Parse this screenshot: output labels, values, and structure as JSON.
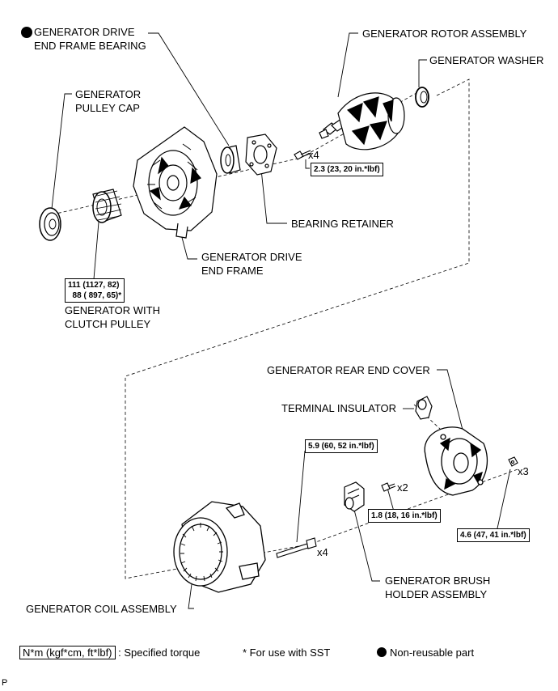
{
  "labels": {
    "drive_end_bearing": [
      "GENERATOR DRIVE",
      "END FRAME BEARING"
    ],
    "rotor_assembly": "GENERATOR ROTOR ASSEMBLY",
    "washer": "GENERATOR WASHER",
    "pulley_cap": [
      "GENERATOR",
      "PULLEY CAP"
    ],
    "bearing_retainer": "BEARING RETAINER",
    "drive_end_frame": [
      "GENERATOR DRIVE",
      "END FRAME"
    ],
    "clutch_pulley": [
      "GENERATOR WITH",
      "CLUTCH PULLEY"
    ],
    "rear_end_cover": "GENERATOR REAR END COVER",
    "terminal_insulator": "TERMINAL INSULATOR",
    "brush_holder": [
      "GENERATOR BRUSH",
      "HOLDER ASSEMBLY"
    ],
    "coil_assembly": "GENERATOR COIL ASSEMBLY"
  },
  "torques": {
    "retainer_screw": "2.3 (23, 20 in.*lbf)",
    "pulley": [
      "111 (1127, 82)",
      "  88 ( 897, 65)*"
    ],
    "coil_bolt": "5.9 (60, 52 in.*lbf)",
    "brush_screw": "1.8 (18, 16 in.*lbf)",
    "cover_nut": "4.6 (47, 41 in.*lbf)"
  },
  "quantities": {
    "retainer_screws": "x4",
    "brush_screws": "x2",
    "cover_nuts": "x3",
    "coil_bolts": "x4"
  },
  "legend": {
    "unit_box": "N*m (kgf*cm, ft*lbf)",
    "unit_text": ": Specified torque",
    "sst_note": "* For use with SST",
    "non_reusable": "Non-reusable part"
  },
  "corner_code": "P"
}
